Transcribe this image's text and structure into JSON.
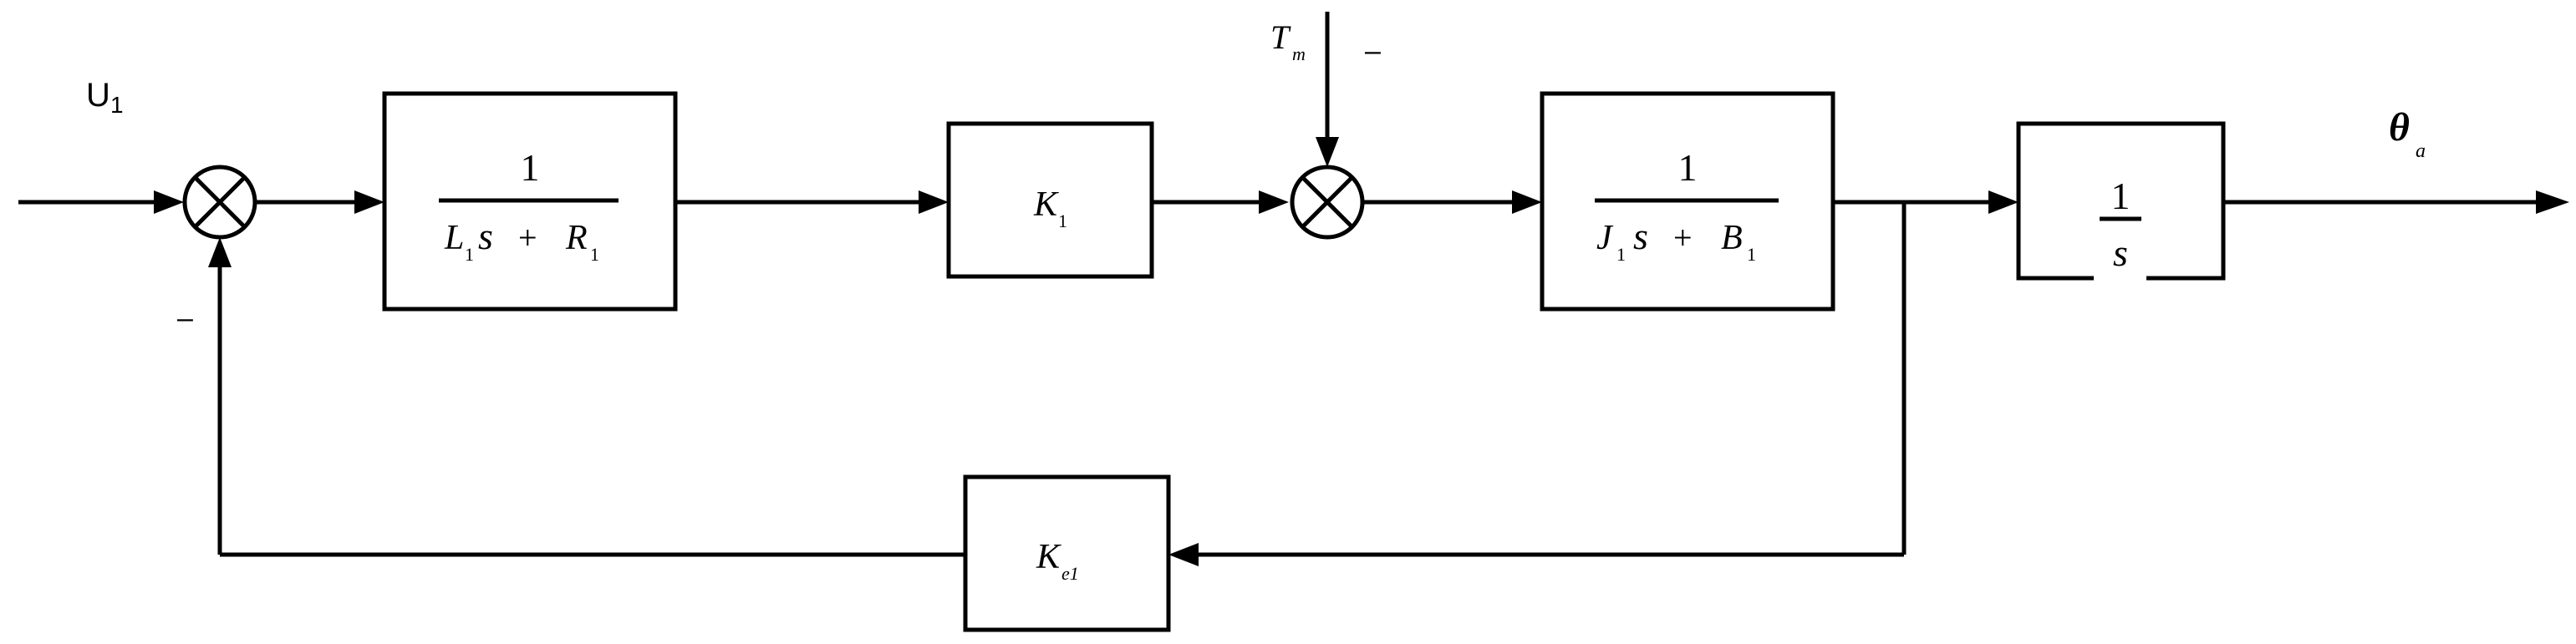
{
  "input": {
    "label": "U",
    "subscript": "1"
  },
  "output": {
    "label": "θ",
    "subscript": "a"
  },
  "disturbance": {
    "label": "T",
    "subscript": "m",
    "sign": "–"
  },
  "feedback_sign": "–",
  "blocks": {
    "electrical": {
      "numerator": "1",
      "den_L": "L",
      "den_L_sub": "1",
      "den_s": "s",
      "den_plus": "+",
      "den_R": "R",
      "den_R_sub": "1"
    },
    "gain": {
      "label": "K",
      "subscript": "1"
    },
    "mechanical": {
      "numerator": "1",
      "den_J": "J",
      "den_J_sub": "1",
      "den_s": "s",
      "den_plus": "+",
      "den_B": "B",
      "den_B_sub": "1"
    },
    "integrator": {
      "numerator": "1",
      "denominator": "s"
    },
    "back_emf": {
      "label": "K",
      "subscript": "e1"
    }
  }
}
